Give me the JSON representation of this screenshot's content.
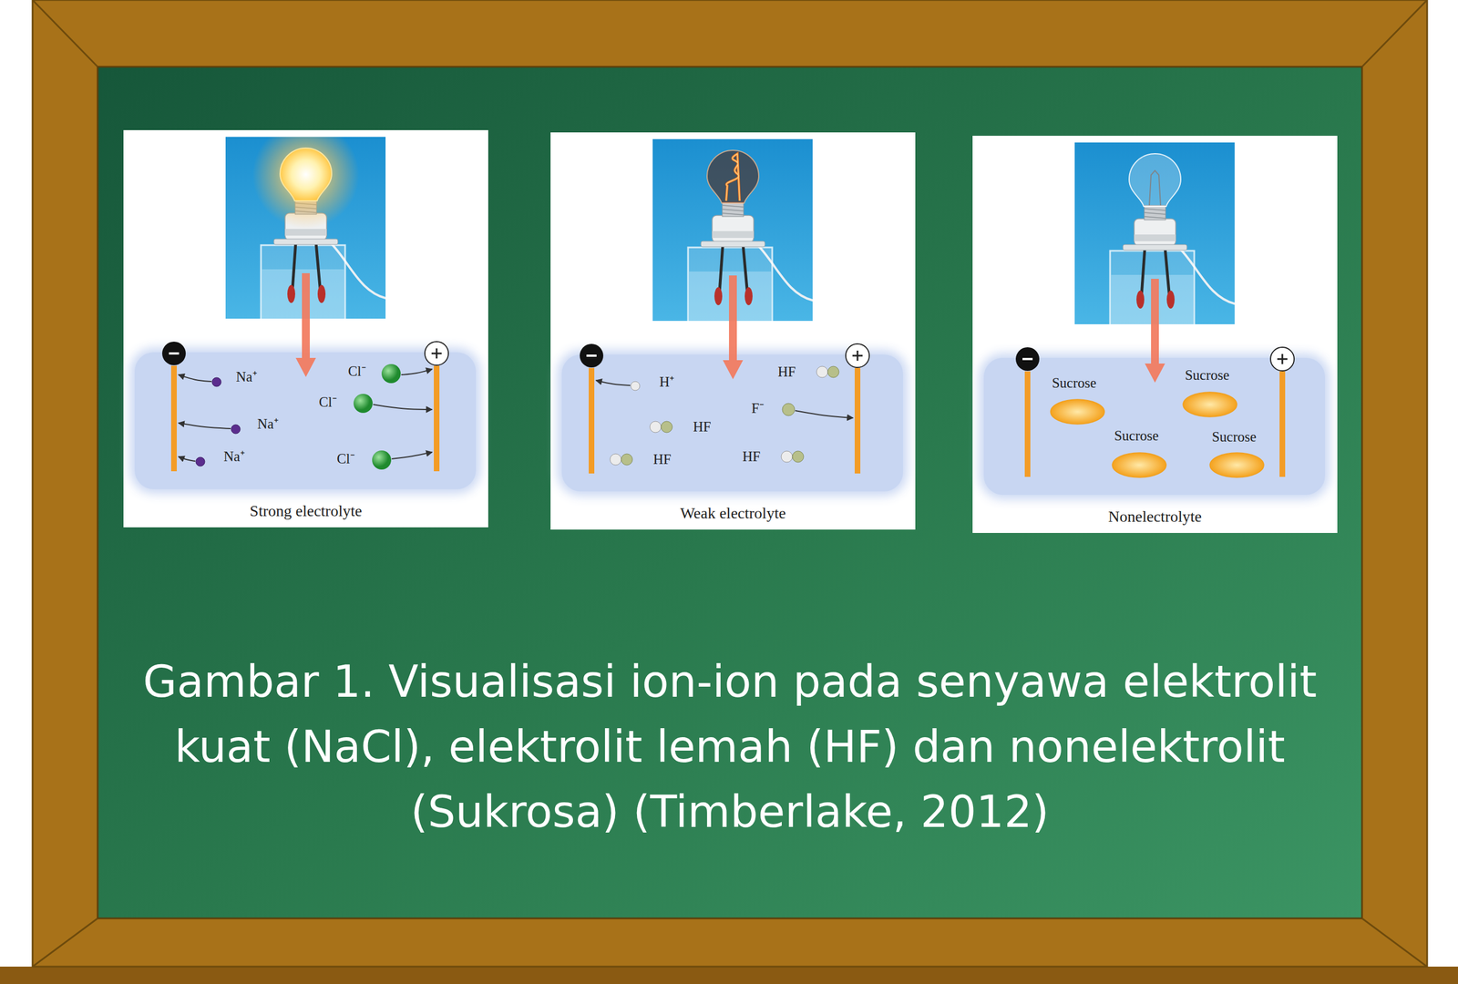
{
  "diagram": {
    "caption": "Gambar 1. Visualisasi ion-ion pada senyawa elektrolit kuat (NaCl), elektrolit lemah (HF) dan nonelektrolit (Sukrosa) (Timberlake, 2012)",
    "nodes": [
      {
        "text": [
          "Strong electrolyte"
        ]
      },
      {
        "text": [
          "Na⁺",
          "Cl⁻",
          "Cl⁻",
          "Na⁺",
          "Na⁺",
          "Cl⁻"
        ],
        "in": 0
      },
      {
        "text": [
          "Weak electrolyte"
        ]
      },
      {
        "text": [
          "H⁺",
          "HF",
          "F⁻",
          "HF",
          "HF",
          "HF"
        ],
        "in": 2
      },
      {
        "text": [
          "Nonelectrolyte"
        ]
      },
      {
        "text": [
          "Sucrose",
          "Sucrose",
          "Sucrose",
          "Sucrose"
        ],
        "in": 4
      }
    ]
  }
}
